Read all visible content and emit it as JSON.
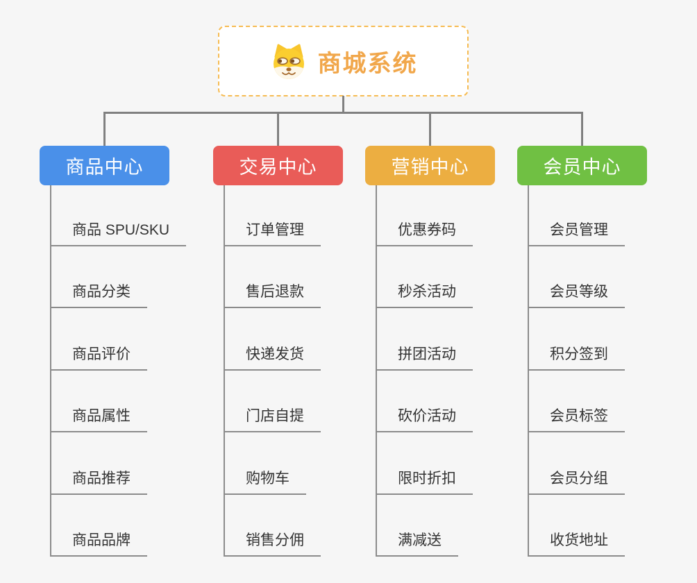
{
  "page": {
    "background_color": "#f6f6f6",
    "connector_color": "#808080"
  },
  "root": {
    "label": "商城系统",
    "icon": "dog-face-icon",
    "text_color": "#f1a74b",
    "border_color": "#f6bb51"
  },
  "branches": [
    {
      "label": "商品中心",
      "color": "#4a90e9",
      "items": [
        "商品 SPU/SKU",
        "商品分类",
        "商品评价",
        "商品属性",
        "商品推荐",
        "商品品牌"
      ]
    },
    {
      "label": "交易中心",
      "color": "#e95c58",
      "items": [
        "订单管理",
        "售后退款",
        "快递发货",
        "门店自提",
        "购物车",
        "销售分佣"
      ]
    },
    {
      "label": "营销中心",
      "color": "#ecae41",
      "items": [
        "优惠券码",
        "秒杀活动",
        "拼团活动",
        "砍价活动",
        "限时折扣",
        "满减送"
      ]
    },
    {
      "label": "会员中心",
      "color": "#70c043",
      "items": [
        "会员管理",
        "会员等级",
        "积分签到",
        "会员标签",
        "会员分组",
        "收货地址"
      ]
    }
  ]
}
